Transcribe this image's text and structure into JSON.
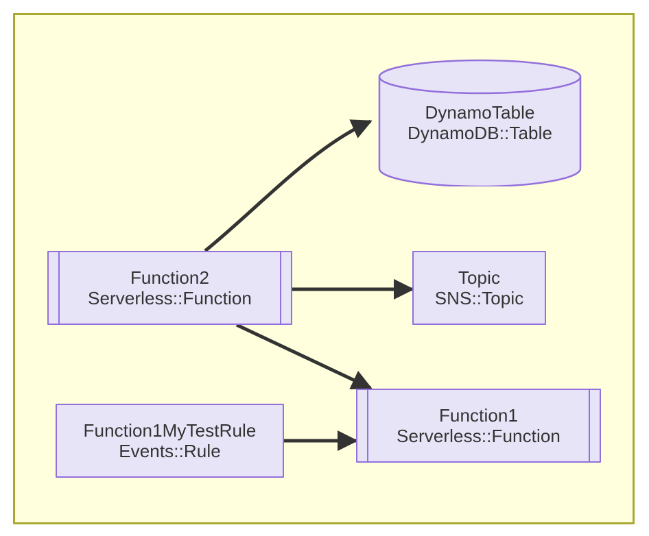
{
  "diagram": {
    "type": "flowchart",
    "direction": "left-to-right",
    "title": "",
    "colors": {
      "page_background": "#ffffff",
      "container_fill": "#ffffde",
      "container_border": "#aaaa33",
      "node_fill": "#e8e4f8",
      "node_border": "#9370db",
      "node_text": "#333333",
      "edge_stroke": "#333333"
    },
    "container": {
      "label": ""
    },
    "nodes": [
      {
        "id": "DynamoTable",
        "shape": "cylinder",
        "line1": "DynamoTable",
        "line2": "DynamoDB::Table",
        "text": "DynamoTable\nDynamoDB::Table"
      },
      {
        "id": "Function2",
        "shape": "subroutine",
        "line1": "Function2",
        "line2": "Serverless::Function",
        "text": "Function2\nServerless::Function"
      },
      {
        "id": "Topic",
        "shape": "rect",
        "line1": "Topic",
        "line2": "SNS::Topic",
        "text": "Topic\nSNS::Topic"
      },
      {
        "id": "Function1MyTestRule",
        "shape": "rect",
        "line1": "Function1MyTestRule",
        "line2": "Events::Rule",
        "text": "Function1MyTestRule\nEvents::Rule"
      },
      {
        "id": "Function1",
        "shape": "subroutine",
        "line1": "Function1",
        "line2": "Serverless::Function",
        "text": "Function1\nServerless::Function"
      }
    ],
    "edges": [
      {
        "from": "Function2",
        "to": "DynamoTable",
        "label": "",
        "style": "curved-arrow"
      },
      {
        "from": "Function2",
        "to": "Topic",
        "label": "",
        "style": "straight-arrow"
      },
      {
        "from": "Function2",
        "to": "Function1",
        "label": "",
        "style": "straight-arrow"
      },
      {
        "from": "Function1MyTestRule",
        "to": "Function1",
        "label": "",
        "style": "straight-arrow"
      }
    ]
  }
}
